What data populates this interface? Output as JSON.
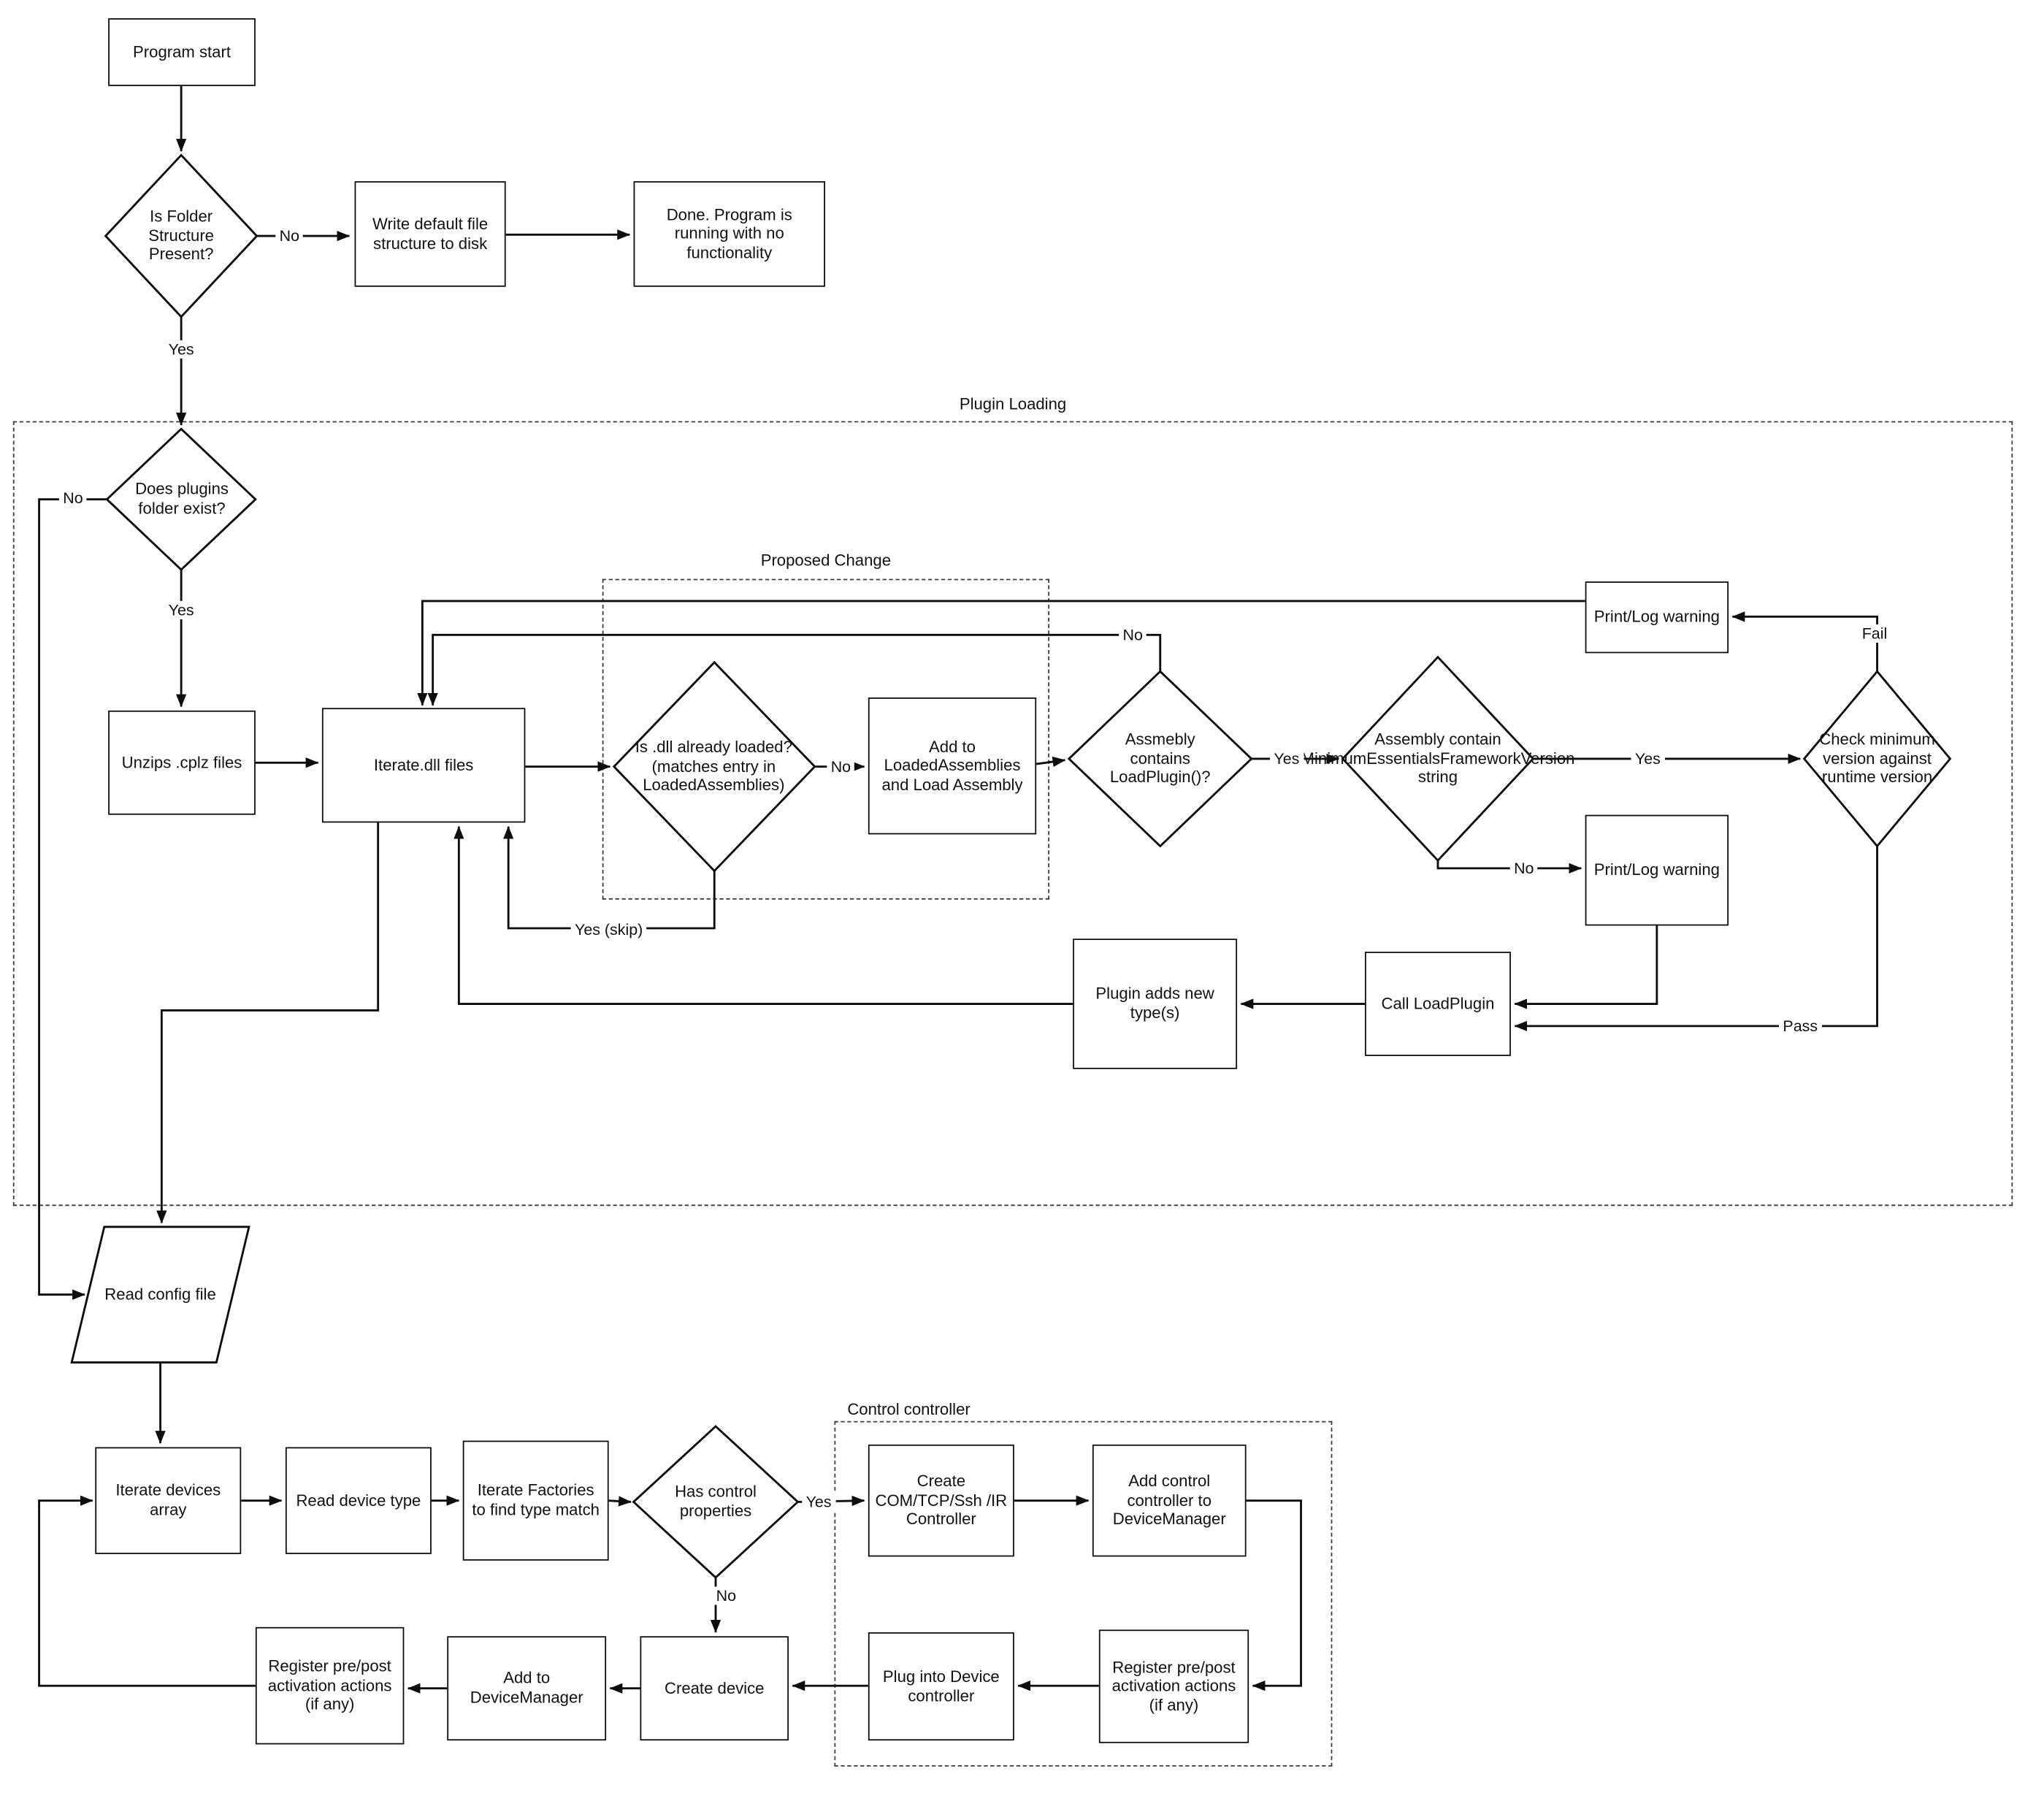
{
  "diagram": {
    "containers": {
      "plugin_loading": "Plugin Loading",
      "proposed_change": "Proposed Change",
      "control_controller": "Control controller"
    },
    "nodes": {
      "program_start": "Program start",
      "is_folder_structure_present": "Is Folder Structure Present?",
      "write_default_file_structure": "Write default file structure to disk",
      "done_no_functionality": "Done.  Program is running with no functionality",
      "does_plugins_folder_exist": "Does plugins folder exist?",
      "unzips_cplz_files": "Unzips .cplz files",
      "iterate_dll_files": "Iterate.dll files",
      "is_dll_already_loaded": "Is .dll already loaded? (matches entry in LoadedAssemblies)",
      "add_to_loaded_assemblies": "Add to LoadedAssemblies and Load Assembly",
      "assembly_contains_loadplugin": "Assmebly contains LoadPlugin()?",
      "assembly_contains_min_version": "Assembly contain MinimumEssentialsFrameworkVersion string",
      "check_minimum_version": "Check minimum version against runtime version",
      "print_log_warning_fail": "Print/Log warning",
      "print_log_warning_no": "Print/Log warning",
      "call_loadplugin": "Call LoadPlugin",
      "plugin_adds_new_types": "Plugin adds new type(s)",
      "read_config_file": "Read config file",
      "iterate_devices_array": "Iterate devices array",
      "read_device_type": "Read device type",
      "iterate_factories": "Iterate Factories to find type match",
      "has_control_properties": "Has control properties",
      "create_com_tcp_ssh_ir": "Create COM/TCP/Ssh /IR Controller",
      "add_control_controller": "Add control controller to DeviceManager",
      "register_pre_post_right": "Register pre/post activation actions (if any)",
      "plug_into_device_controller": "Plug into Device controller",
      "create_device": "Create device",
      "add_to_devicemanager": "Add to DeviceManager",
      "register_pre_post_left": "Register pre/post activation actions (if any)"
    },
    "edge_labels": {
      "folder_no": "No",
      "folder_yes": "Yes",
      "plugins_no": "No",
      "plugins_yes": "Yes",
      "dll_loaded_no": "No",
      "dll_loaded_yes_skip": "Yes (skip)",
      "loadplugin_no": "No",
      "loadplugin_yes": "Yes",
      "minversion_yes": "Yes",
      "minversion_no": "No",
      "check_fail": "Fail",
      "check_pass": "Pass",
      "control_yes": "Yes",
      "control_no": "No"
    }
  }
}
